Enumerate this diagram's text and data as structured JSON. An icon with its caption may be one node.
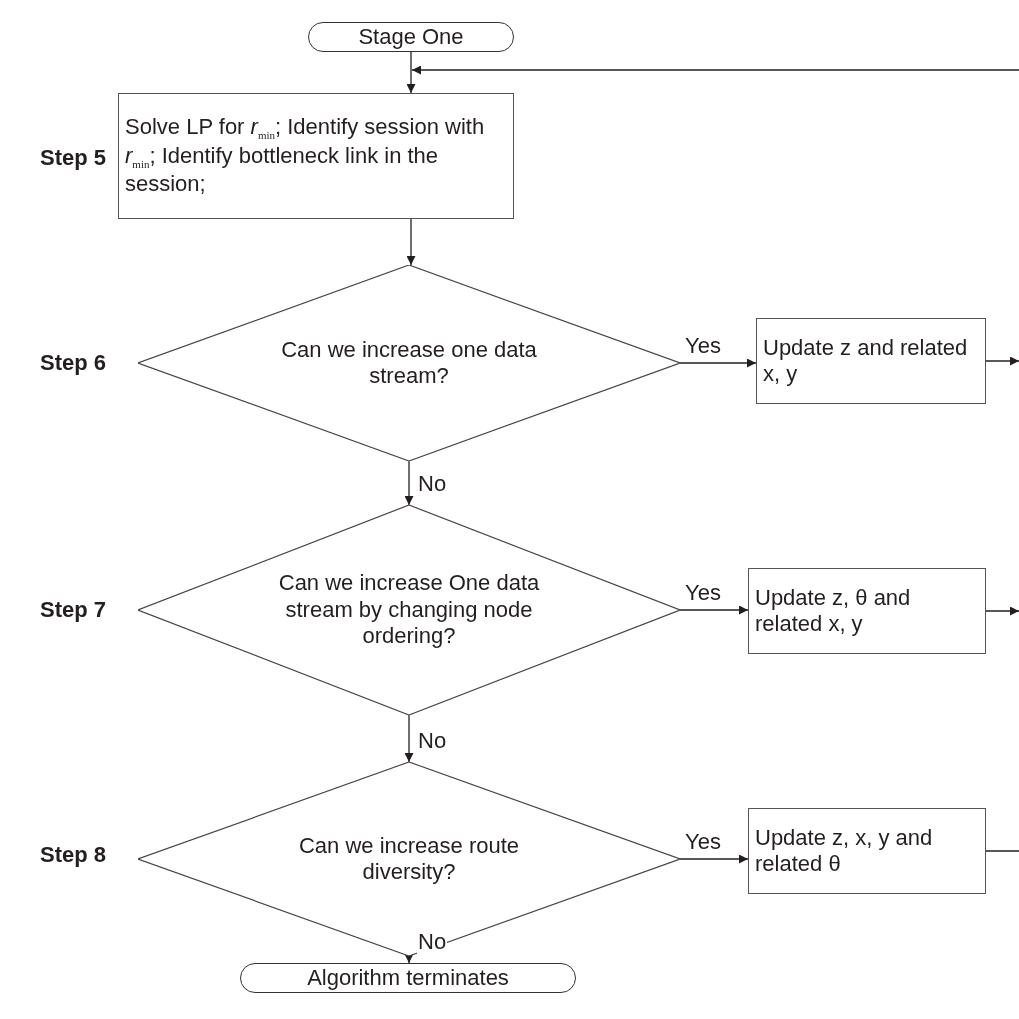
{
  "diagram": {
    "nodes": [
      {
        "text": [
          "Stage One"
        ]
      },
      {
        "text": [
          "Solve LP for *r*$_{min}$; Identify session with *r*$_{min}$; Identify bottleneck link in the session;"
        ],
        "beside": [
          "Step 5"
        ]
      },
      {
        "text": [
          "Can we increase one data stream?"
        ],
        "beside": [
          "Step 6"
        ]
      },
      {
        "text": [
          "Update z and related x, y"
        ]
      },
      {
        "text": [
          "Can we increase One data stream by changing node ordering?"
        ],
        "beside": [
          "Step 7"
        ]
      },
      {
        "text": [
          "Update z, θ and related x, y"
        ]
      },
      {
        "text": [
          "Can we increase route diversity?"
        ],
        "beside": [
          "Step 8"
        ]
      },
      {
        "text": [
          "Update z, x, y and related θ"
        ]
      },
      {
        "text": [
          "Algorithm terminates"
        ]
      }
    ],
    "edges": [
      {
        "from": 0,
        "to": 1,
        "arrow": "to"
      },
      {
        "from": null,
        "to": 1,
        "arrow": "to"
      },
      {
        "from": 1,
        "to": 2,
        "arrow": "to"
      },
      {
        "from": 2,
        "to": 3,
        "arrow": "to",
        "label": "Yes"
      },
      {
        "from": 2,
        "to": 4,
        "arrow": "to",
        "label": "No"
      },
      {
        "from": 3,
        "to": null,
        "arrow": "to"
      },
      {
        "from": 4,
        "to": 5,
        "arrow": "to",
        "label": "Yes"
      },
      {
        "from": 4,
        "to": 6,
        "arrow": "to",
        "label": "No"
      },
      {
        "from": 5,
        "to": null,
        "arrow": "to"
      },
      {
        "from": 6,
        "to": 7,
        "arrow": "to",
        "label": "Yes"
      },
      {
        "from": 6,
        "to": 8,
        "arrow": "to",
        "label": "No"
      },
      {
        "from": 7,
        "to": null,
        "arrow": "none"
      }
    ]
  }
}
